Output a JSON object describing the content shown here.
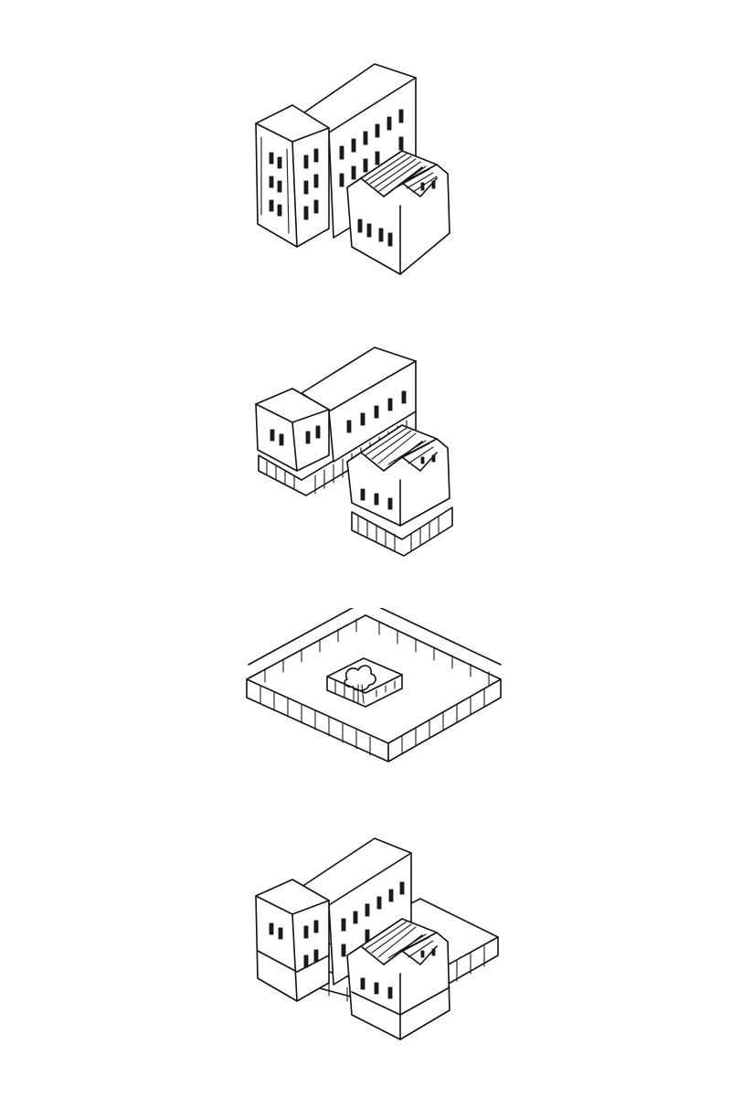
{
  "drawing": {
    "ink_color": "#111111",
    "paper_color": "#ffffff",
    "panels": [
      {
        "name": "existing-buildings"
      },
      {
        "name": "buildings-lifted-with-ground-colonnade"
      },
      {
        "name": "walled-site-with-courtyard-tree"
      },
      {
        "name": "combined-buildings-and-site"
      }
    ]
  }
}
